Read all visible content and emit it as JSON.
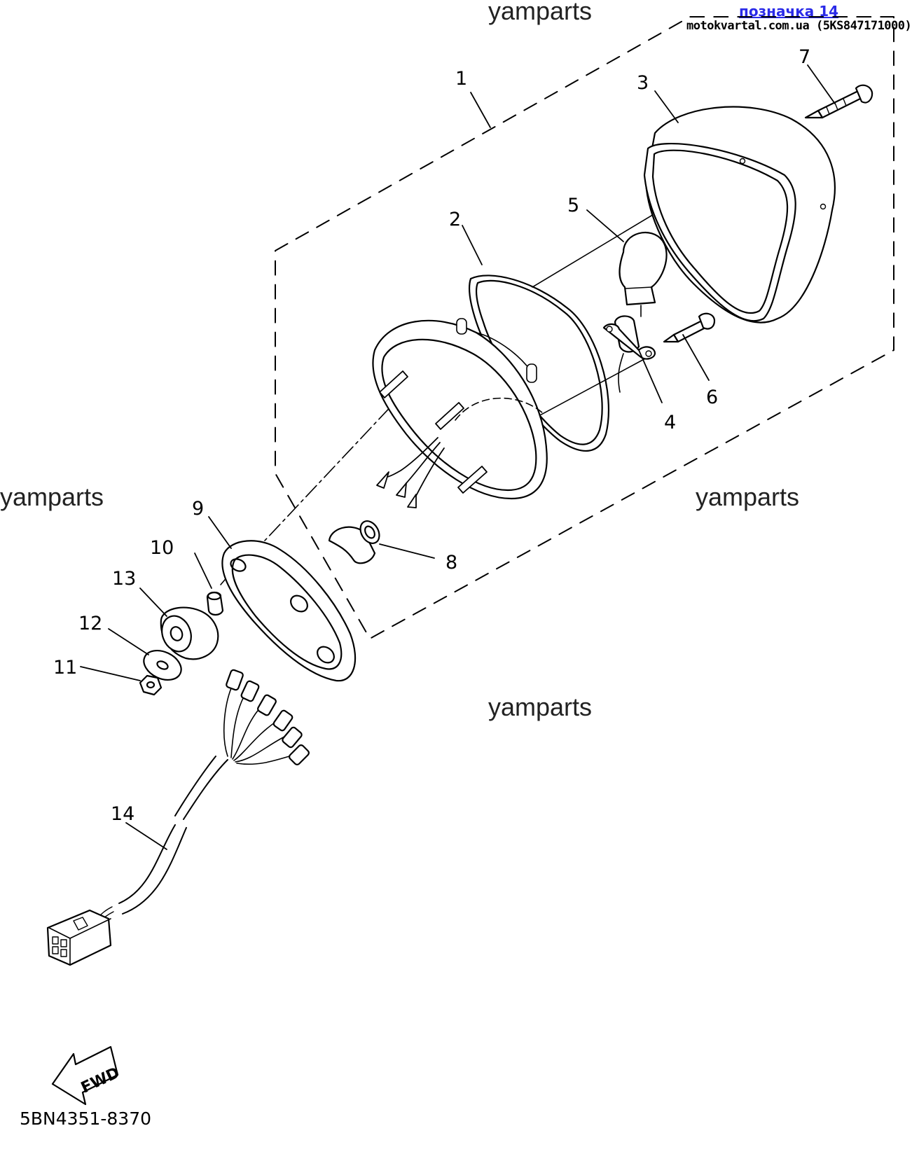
{
  "header": {
    "link_label": "позначка 14",
    "source_line": "motokvartal.com.ua (5KS847171000)"
  },
  "watermarks": [
    "yamparts",
    "yamparts",
    "yamparts",
    "yamparts"
  ],
  "callouts": [
    "1",
    "2",
    "3",
    "4",
    "5",
    "6",
    "7",
    "8",
    "9",
    "10",
    "11",
    "12",
    "13",
    "14"
  ],
  "fwd_label": "FWD",
  "diagram_code": "5BN4351-8370"
}
